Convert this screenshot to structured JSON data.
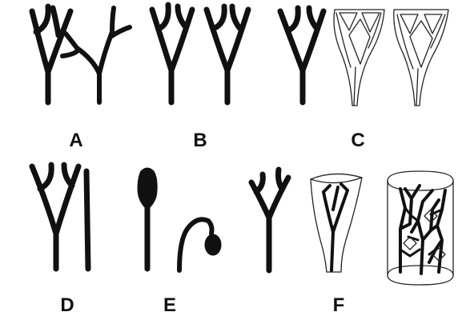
{
  "panels": [
    {
      "id": "A",
      "label": "A"
    },
    {
      "id": "B",
      "label": "B"
    },
    {
      "id": "C",
      "label": "C"
    },
    {
      "id": "D",
      "label": "D"
    },
    {
      "id": "E",
      "label": "E"
    },
    {
      "id": "F",
      "label": "F"
    }
  ],
  "colors": {
    "ink": "#111111",
    "background": "#ffffff"
  }
}
